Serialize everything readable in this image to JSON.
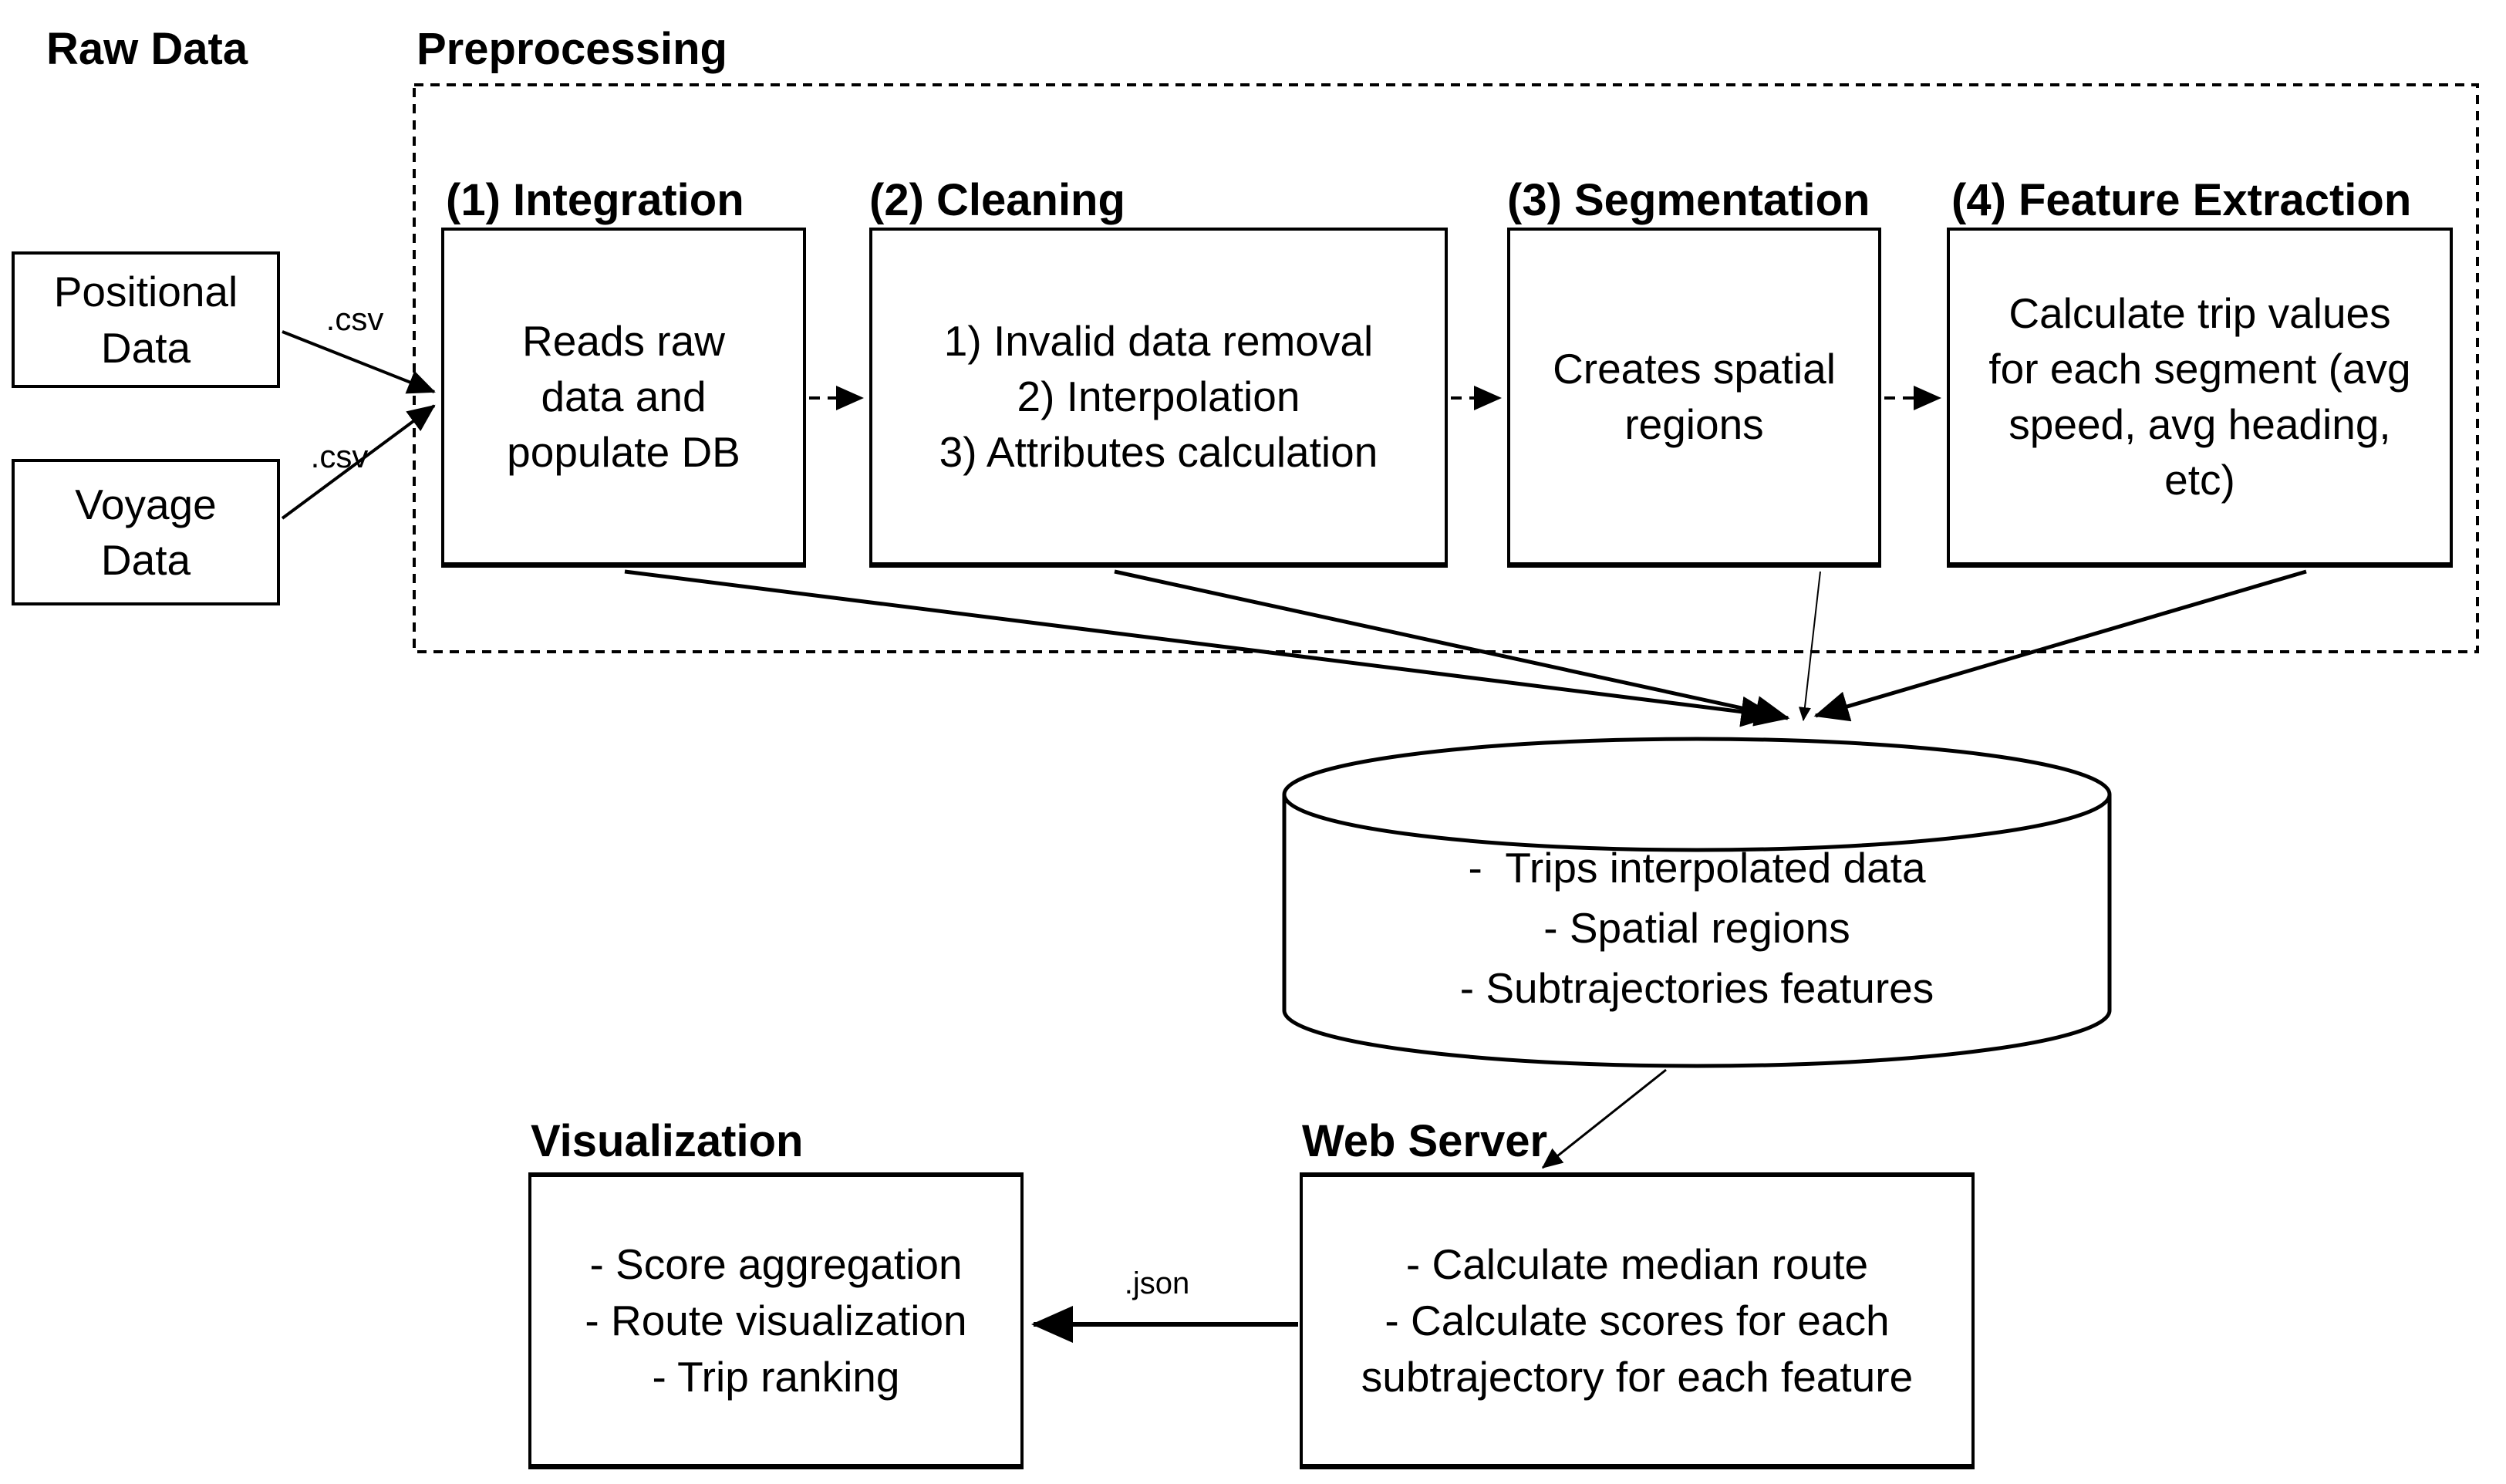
{
  "headings": {
    "raw_data": "Raw Data",
    "preprocessing": "Preprocessing",
    "visualization": "Visualization",
    "web_server": "Web Server"
  },
  "raw_data": {
    "positional_label": "Positional Data",
    "voyage_label": "Voyage Data",
    "positional_arrow_label": ".csv",
    "voyage_arrow_label": ".csv"
  },
  "preprocessing": {
    "steps": [
      {
        "title": "(1) Integration",
        "body": "Reads raw data and populate DB"
      },
      {
        "title": "(2) Cleaning",
        "lines": [
          "1) Invalid data removal",
          "2) Interpolation",
          "3) Attributes calculation"
        ]
      },
      {
        "title": "(3) Segmentation",
        "body": "Creates spatial regions"
      },
      {
        "title": "(4) Feature Extraction",
        "body": "Calculate trip values for each segment (avg speed, avg heading, etc)"
      }
    ]
  },
  "database": {
    "lines": [
      "-  Trips interpolated data",
      "- Spatial regions",
      "- Subtrajectories features"
    ]
  },
  "web_server": {
    "lines": [
      "- Calculate median route",
      "- Calculate scores for each",
      "subtrajectory for each feature"
    ],
    "output_format_label": ".json"
  },
  "visualization": {
    "lines": [
      "- Score aggregation",
      "- Route visualization",
      "- Trip ranking"
    ]
  },
  "colors": {
    "ink": "#000000",
    "background": "#ffffff"
  }
}
